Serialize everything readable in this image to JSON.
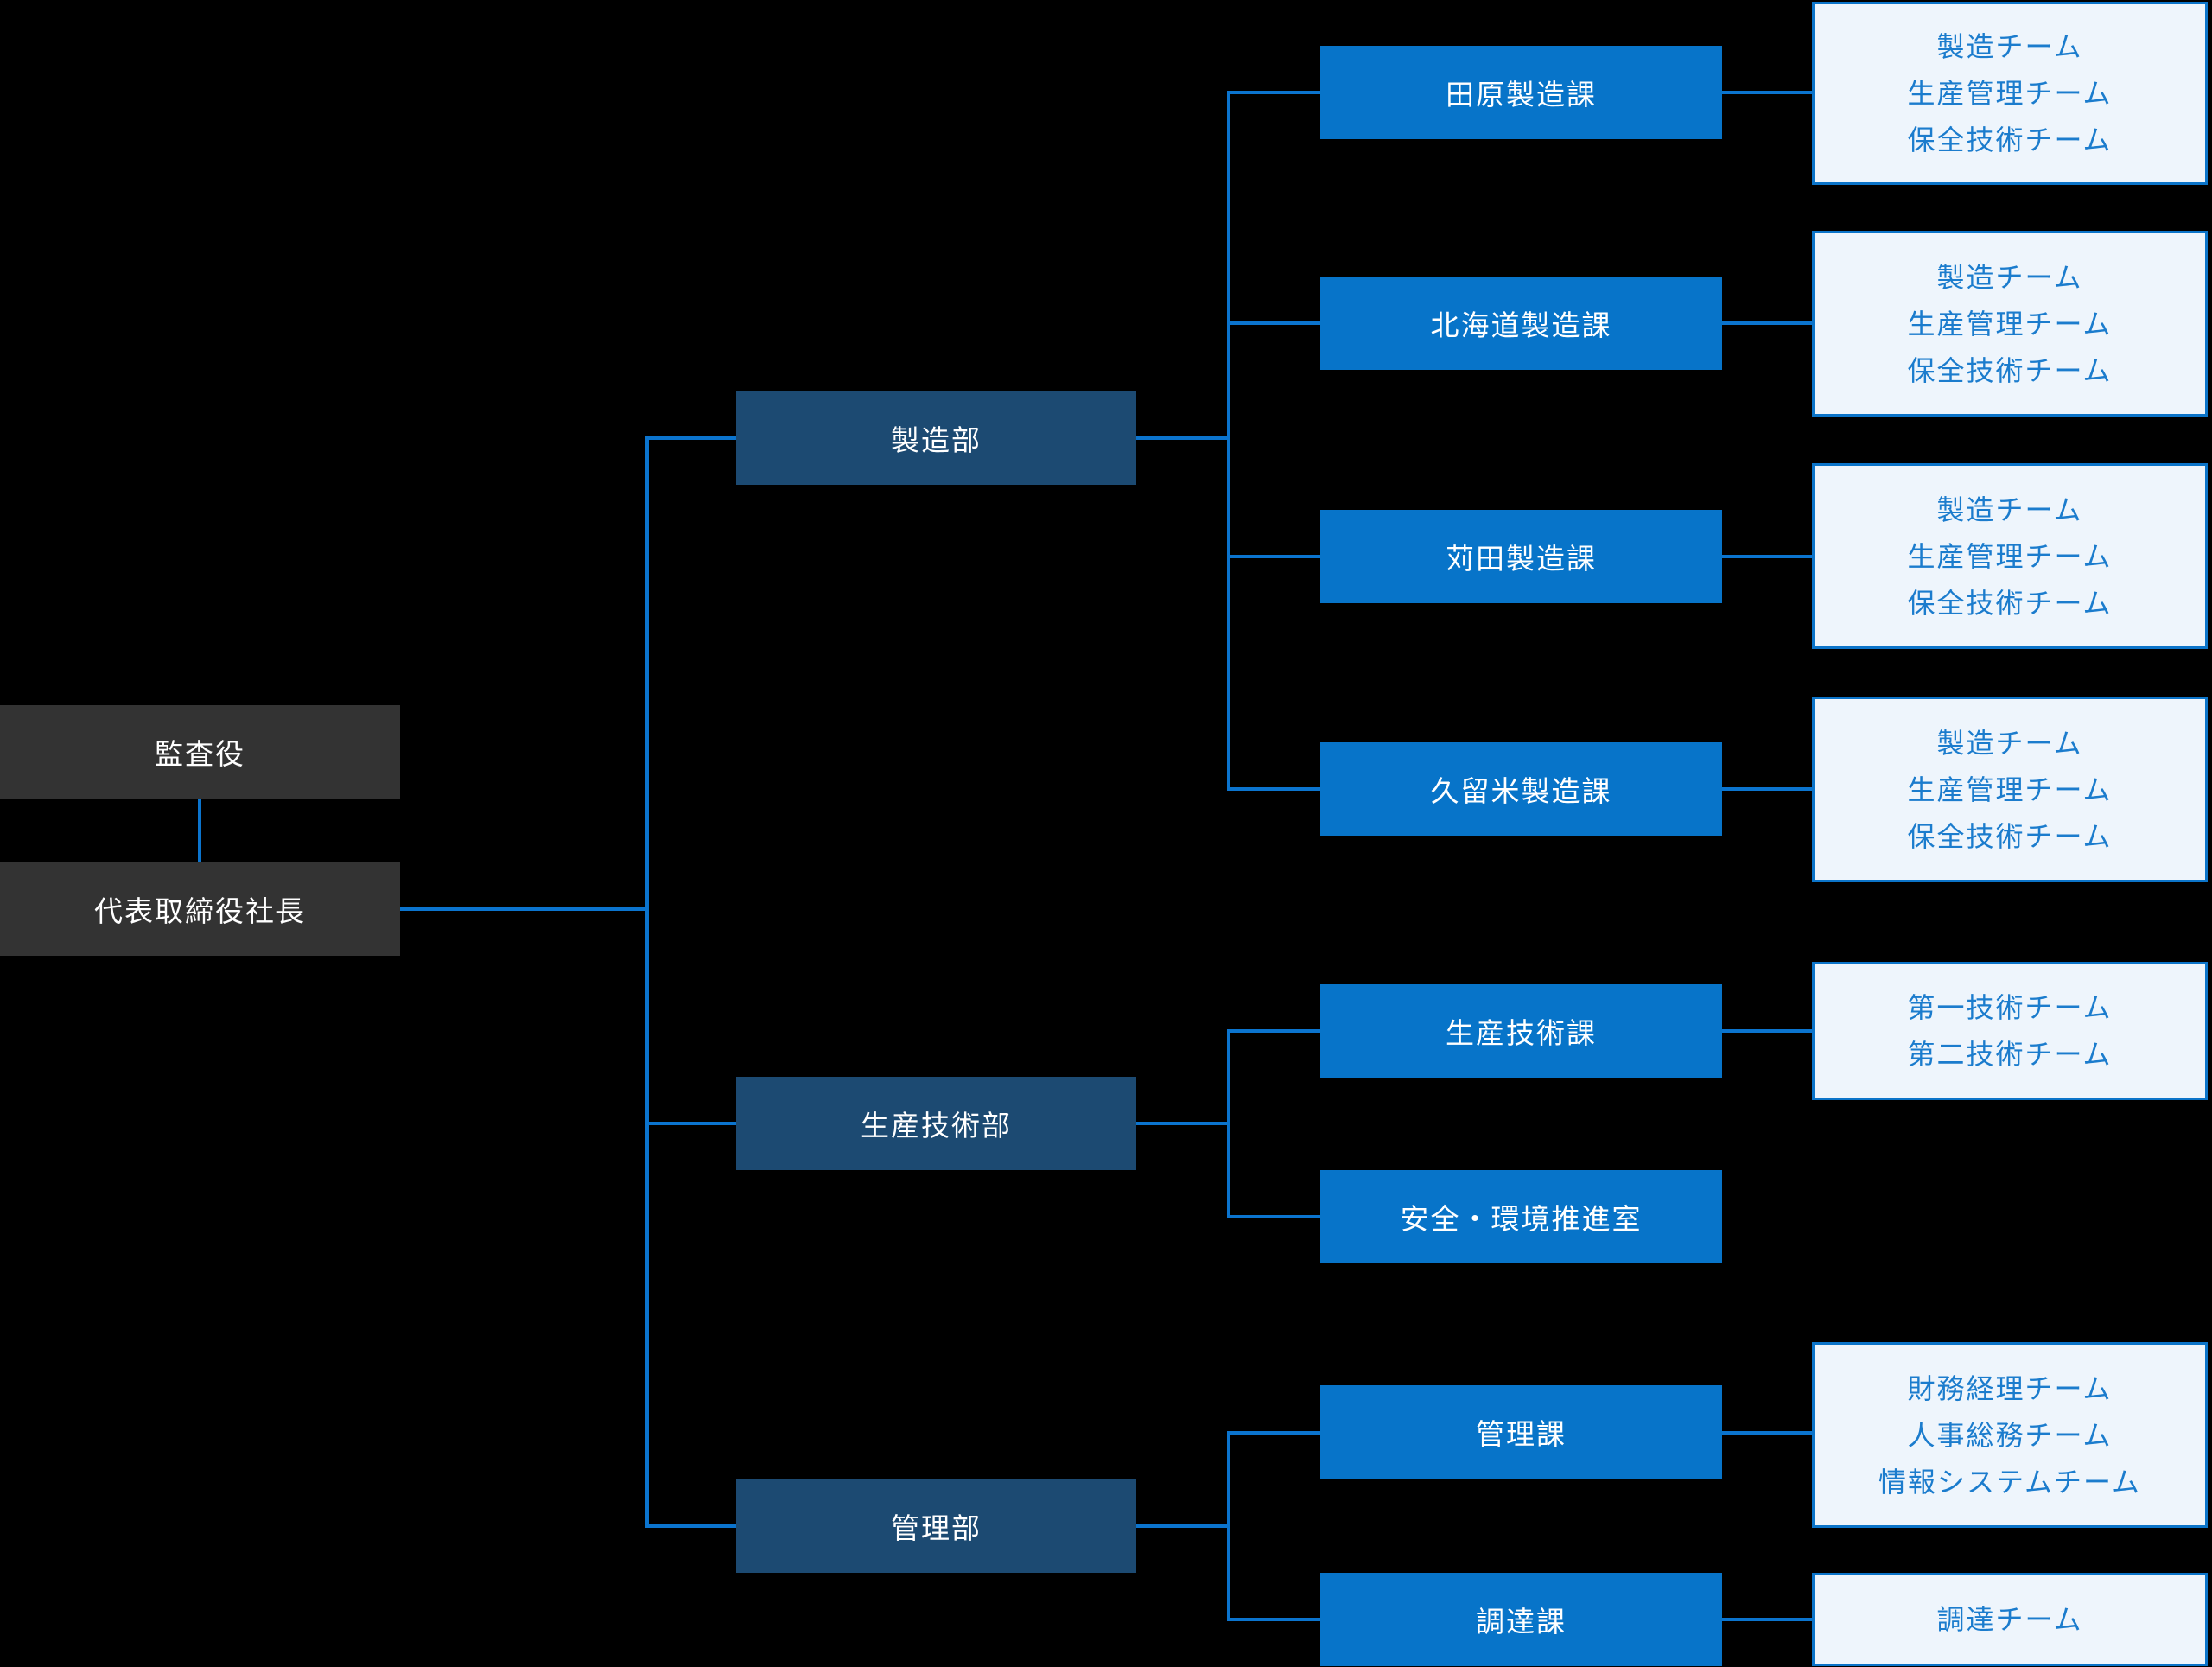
{
  "colors": {
    "background": "#000000",
    "box_dark_gray": "#333333",
    "box_navy": "#1C4A72",
    "box_blue": "#0774C9",
    "box_text": "#FFFFFF",
    "team_bg": "#EEF5FC",
    "team_border": "#0B74C9",
    "team_text": "#1B7CCD",
    "connector": "#0B74CE"
  },
  "executive": {
    "auditor_label": "監査役",
    "president_label": "代表取締役社長"
  },
  "departments": [
    {
      "label": "製造部"
    },
    {
      "label": "生産技術部"
    },
    {
      "label": "管理部"
    }
  ],
  "sections": [
    {
      "label": "田原製造課",
      "teams": [
        "製造チーム",
        "生産管理チーム",
        "保全技術チーム"
      ]
    },
    {
      "label": "北海道製造課",
      "teams": [
        "製造チーム",
        "生産管理チーム",
        "保全技術チーム"
      ]
    },
    {
      "label": "苅田製造課",
      "teams": [
        "製造チーム",
        "生産管理チーム",
        "保全技術チーム"
      ]
    },
    {
      "label": "久留米製造課",
      "teams": [
        "製造チーム",
        "生産管理チーム",
        "保全技術チーム"
      ]
    },
    {
      "label": "生産技術課",
      "teams": [
        "第一技術チーム",
        "第二技術チーム"
      ]
    },
    {
      "label": "安全・環境推進室",
      "teams": []
    },
    {
      "label": "管理課",
      "teams": [
        "財務経理チーム",
        "人事総務チーム",
        "情報システムチーム"
      ]
    },
    {
      "label": "調達課",
      "teams": [
        "調達チーム"
      ]
    }
  ]
}
